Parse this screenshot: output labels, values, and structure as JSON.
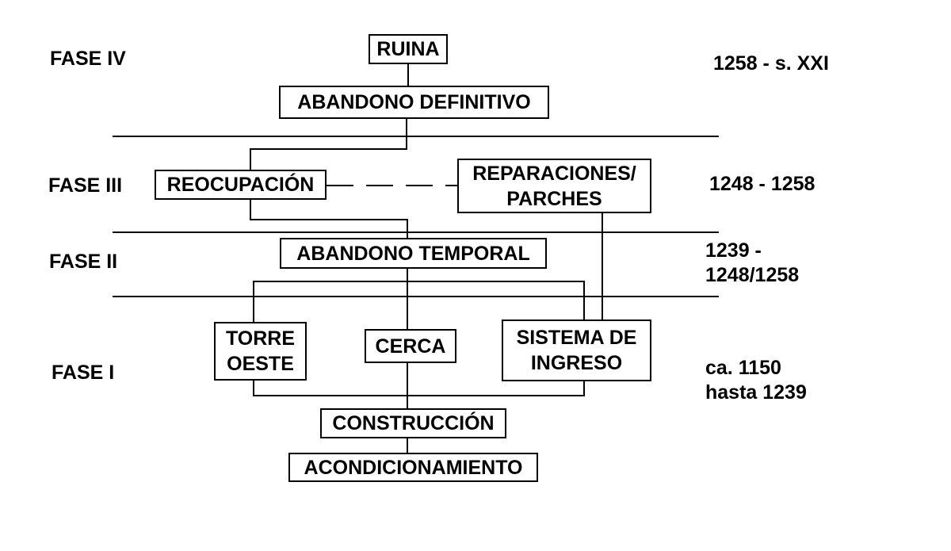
{
  "phases": [
    {
      "label": "FASE IV",
      "dates": [
        "1258 - s. XXI"
      ]
    },
    {
      "label": "FASE III",
      "dates": [
        "1248 - 1258"
      ]
    },
    {
      "label": "FASE II",
      "dates": [
        "1239 -",
        "1248/1258"
      ]
    },
    {
      "label": "FASE I",
      "dates": [
        "ca. 1150",
        "hasta 1239"
      ]
    }
  ],
  "nodes": {
    "ruina": [
      "RUINA"
    ],
    "abandono_definitivo": [
      "ABANDONO DEFINITIVO"
    ],
    "reocupacion": [
      "REOCUPACIÓN"
    ],
    "reparaciones": [
      "REPARACIONES/",
      "PARCHES"
    ],
    "abandono_temporal": [
      "ABANDONO TEMPORAL"
    ],
    "torre_oeste": [
      "TORRE",
      "OESTE"
    ],
    "cerca": [
      "CERCA"
    ],
    "sistema_ingreso": [
      "SISTEMA DE",
      "INGRESO"
    ],
    "construccion": [
      "CONSTRUCCIÓN"
    ],
    "acondicionamiento": [
      "ACONDICIONAMIENTO"
    ]
  }
}
